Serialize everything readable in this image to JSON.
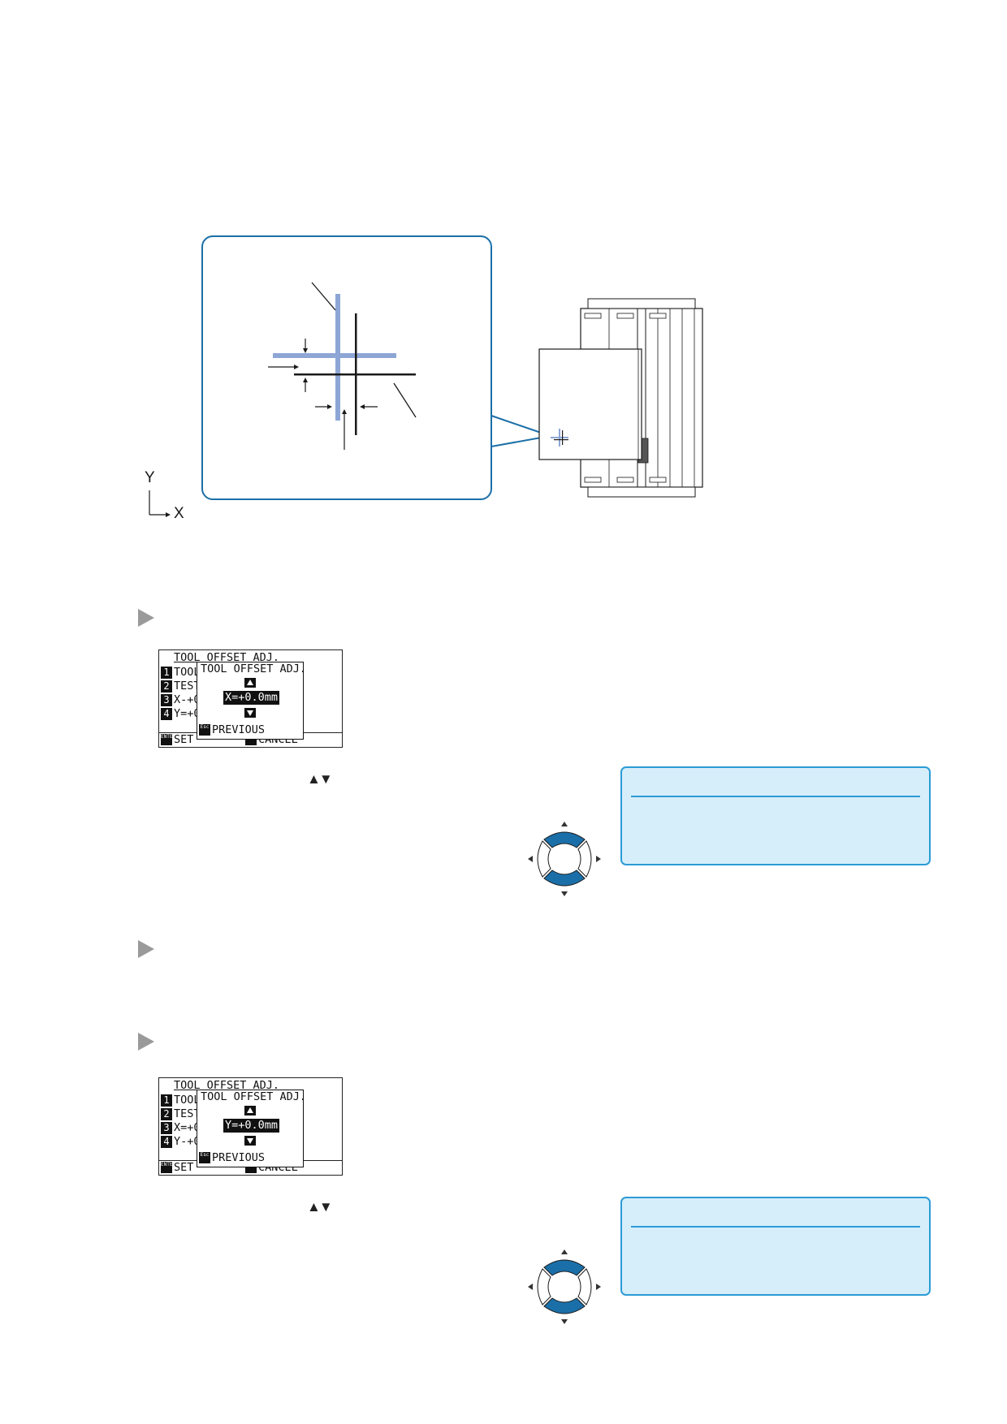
{
  "axes_label": {
    "y": "Y",
    "x": "X"
  },
  "lcd_screens": [
    {
      "title": "TOOL OFFSET ADJ.",
      "menu": [
        {
          "num": "1",
          "text": "TOOL"
        },
        {
          "num": "2",
          "text": "TEST"
        },
        {
          "num": "3",
          "text": "X-+0"
        },
        {
          "num": "4",
          "text": "Y=+0"
        }
      ],
      "popup_title": "TOOL OFFSET ADJ.",
      "value": "X=+0.0mm",
      "previous": "PREVIOUS",
      "prev_key": "Esc",
      "set_key": "ENTER",
      "set": "SET",
      "cancel_key": "Esc",
      "cancel": "CANCEL"
    },
    {
      "title": "TOOL OFFSET ADJ.",
      "menu": [
        {
          "num": "1",
          "text": "TOOL"
        },
        {
          "num": "2",
          "text": "TEST"
        },
        {
          "num": "3",
          "text": "X=+0"
        },
        {
          "num": "4",
          "text": "Y-+0"
        }
      ],
      "popup_title": "TOOL OFFSET ADJ.",
      "value": "Y=+0.0mm",
      "previous": "PREVIOUS",
      "prev_key": "Esc",
      "set_key": "ENTER",
      "set": "SET",
      "cancel_key": "Esc",
      "cancel": "CANCEL"
    }
  ],
  "updown_symbol_1": "▲▼",
  "updown_symbol_2": "▲▼",
  "colors": {
    "accent_blue": "#1b6fa8",
    "note_fill": "#d6eefa",
    "note_border": "#2b9bd6",
    "mark_blue": "#8ea6d6"
  }
}
